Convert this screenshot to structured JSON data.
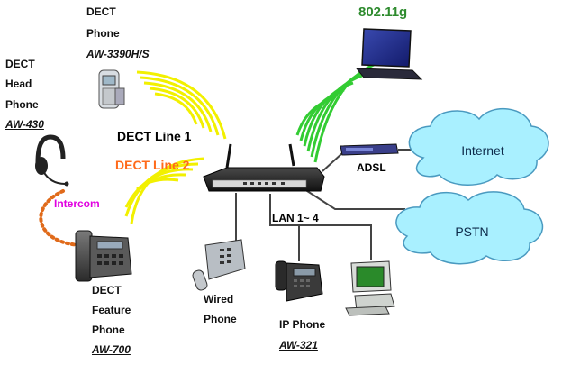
{
  "colors": {
    "wifi_wave": "#33cc33",
    "dect_wave": "#f2f000",
    "cloud": "#a9f0ff",
    "cloud_outline": "#4a9ac0",
    "wire": "#444444",
    "intercom_dots": "#e06a1a",
    "dect_line2": "#ff6a1a",
    "intercom": "#e000e0",
    "wifi_label": "#2e8b2e"
  },
  "labels": {
    "dect_phone": {
      "line1": "DECT",
      "line2": "Phone",
      "model": "AW-3390H/S"
    },
    "dect_headphone": {
      "line1": "DECT",
      "line2": "Head",
      "line3": "Phone",
      "model": "AW-430"
    },
    "wifi": "802.11g",
    "dect_line1": "DECT Line 1",
    "dect_line2": "DECT Line 2",
    "intercom": "Intercom",
    "internet": "Internet",
    "adsl": "ADSL",
    "pstn": "PSTN",
    "lan": "LAN 1~ 4",
    "dect_feature_phone": {
      "line1": "DECT",
      "line2": "Feature",
      "line3": "Phone",
      "model": "AW-700"
    },
    "wired_phone": {
      "line1": "Wired",
      "line2": "Phone"
    },
    "ip_phone": {
      "label": "IP Phone",
      "model": "AW-321"
    }
  },
  "icons": [
    "dect-handset-icon",
    "headset-icon",
    "laptop-icon",
    "router-icon",
    "adsl-modem-icon",
    "feature-phone-icon",
    "wired-phone-icon",
    "ip-phone-icon",
    "desktop-computer-icon"
  ]
}
